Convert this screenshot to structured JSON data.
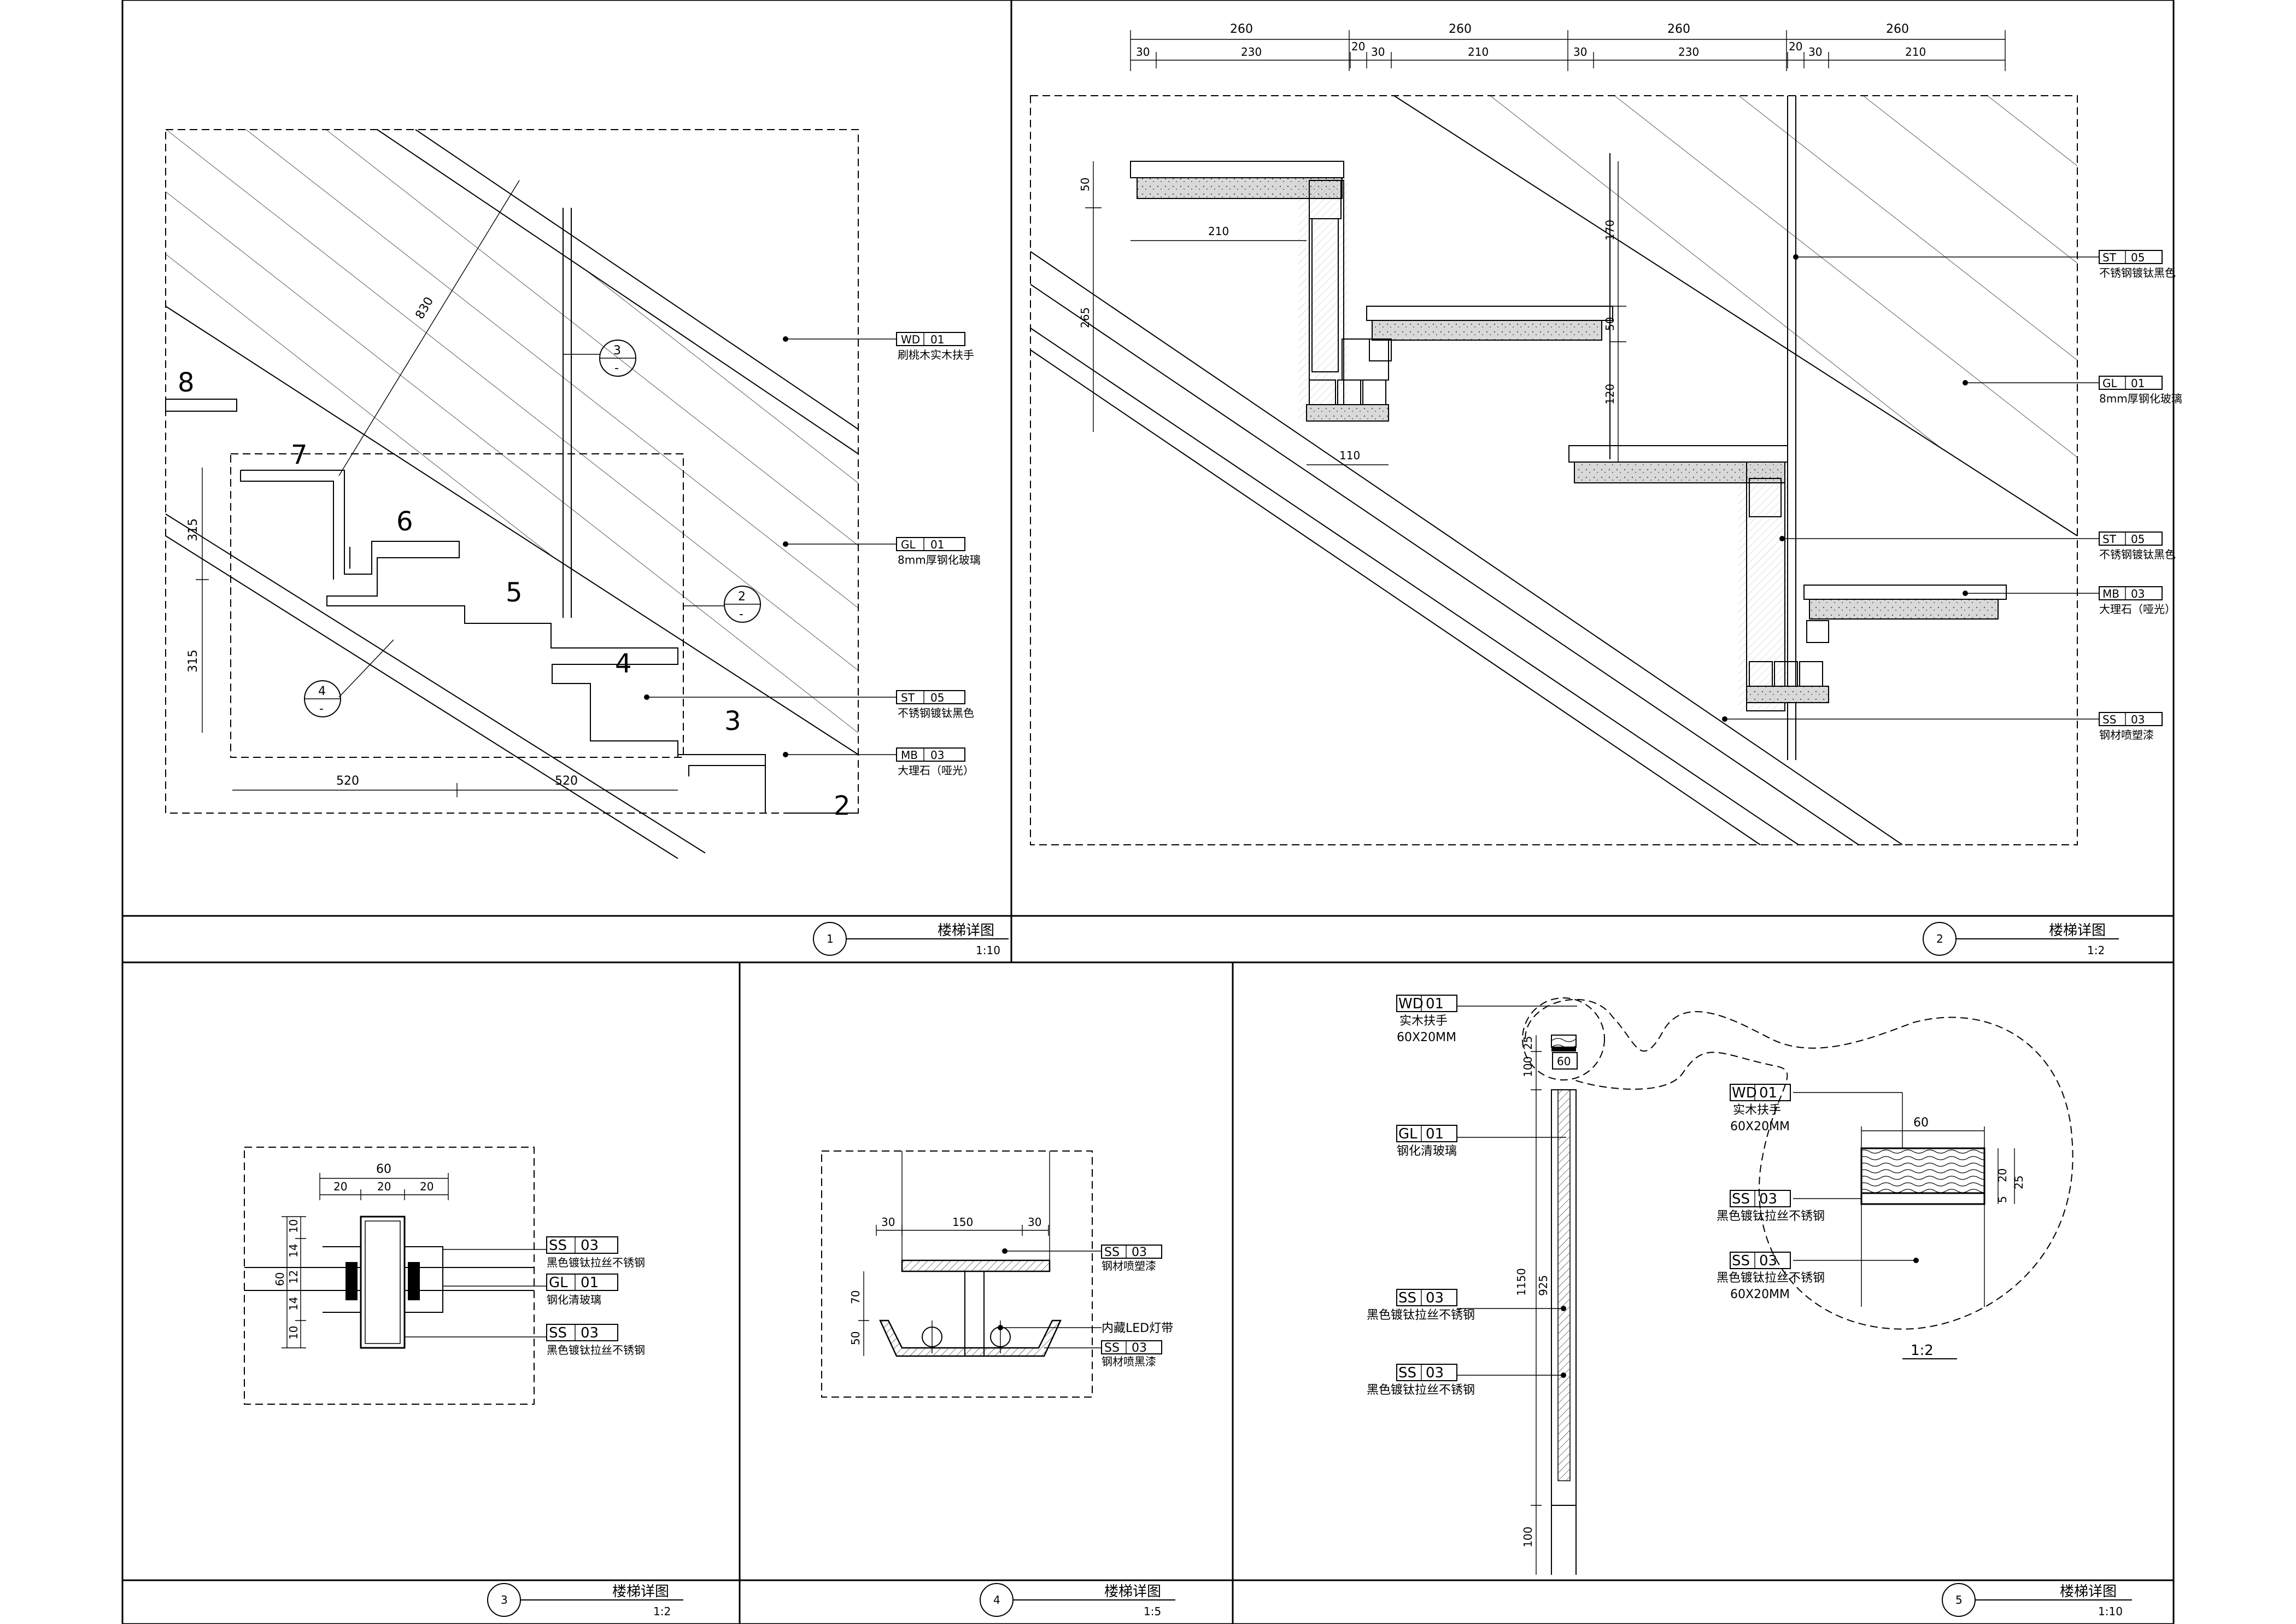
{
  "details": {
    "d1": {
      "number": "1",
      "title": "楼梯详图",
      "scale": "1:10"
    },
    "d2": {
      "number": "2",
      "title": "楼梯详图",
      "scale": "1:2"
    },
    "d3": {
      "number": "3",
      "title": "楼梯详图",
      "scale": "1:2"
    },
    "d4": {
      "number": "4",
      "title": "楼梯详图",
      "scale": "1:5"
    },
    "d5": {
      "number": "5",
      "title": "楼梯详图",
      "scale": "1:10"
    }
  },
  "d1": {
    "steps": [
      "8",
      "7",
      "6",
      "5",
      "4",
      "3",
      "2"
    ],
    "dims": {
      "h1": "315",
      "h2": "315",
      "w1": "520",
      "w2": "520",
      "diag": "830"
    },
    "callouts": [
      {
        "num": "3",
        "sub": "-"
      },
      {
        "num": "2",
        "sub": "-"
      },
      {
        "num": "4",
        "sub": "-"
      }
    ],
    "tags": [
      {
        "code": "WD",
        "num": "01",
        "desc": "刷桃木实木扶手"
      },
      {
        "code": "GL",
        "num": "01",
        "desc": "8mm厚钢化玻璃"
      },
      {
        "code": "ST",
        "num": "05",
        "desc": "不锈钢镀钛黑色"
      },
      {
        "code": "MB",
        "num": "03",
        "desc": "大理石（哑光）"
      }
    ]
  },
  "d2": {
    "top_dims": [
      "260",
      "260",
      "260",
      "260"
    ],
    "sub_dims": [
      "30",
      "230",
      "20",
      "30",
      "210",
      "30",
      "230",
      "20",
      "30",
      "210"
    ],
    "side_dims": {
      "a": "50",
      "b": "265",
      "c": "210",
      "d": "110",
      "e": "170",
      "f": "50",
      "g": "120"
    },
    "tags": [
      {
        "code": "ST",
        "num": "05",
        "desc": "不锈钢镀钛黑色"
      },
      {
        "code": "GL",
        "num": "01",
        "desc": "8mm厚钢化玻璃"
      },
      {
        "code": "ST",
        "num": "05",
        "desc": "不锈钢镀钛黑色"
      },
      {
        "code": "MB",
        "num": "03",
        "desc": "大理石（哑光）"
      },
      {
        "code": "SS",
        "num": "03",
        "desc": "钢材喷塑漆"
      }
    ]
  },
  "d3": {
    "top": "60",
    "sub": [
      "20",
      "20",
      "20"
    ],
    "left": [
      "10",
      "14",
      "12",
      "14",
      "10"
    ],
    "left_total": "60",
    "tags": [
      {
        "code": "SS",
        "num": "03",
        "desc": "黑色镀钛拉丝不锈钢"
      },
      {
        "code": "GL",
        "num": "01",
        "desc": "钢化清玻璃"
      },
      {
        "code": "SS",
        "num": "03",
        "desc": "黑色镀钛拉丝不锈钢"
      }
    ]
  },
  "d4": {
    "dims": {
      "a": "30",
      "b": "150",
      "c": "30",
      "h1": "70",
      "h2": "50"
    },
    "tags": [
      {
        "code": "SS",
        "num": "03",
        "desc": "钢材喷塑漆"
      },
      {
        "code": "",
        "num": "",
        "desc": "内藏LED灯带"
      },
      {
        "code": "SS",
        "num": "03",
        "desc": "钢材喷黑漆"
      }
    ]
  },
  "d5": {
    "dims": {
      "top": "60",
      "a": "25",
      "b": "100",
      "c": "1150",
      "d": "925",
      "e": "100"
    },
    "tags": [
      {
        "code": "WD",
        "num": "01",
        "desc": "实木扶手",
        "extra": "60X20MM"
      },
      {
        "code": "GL",
        "num": "01",
        "desc": "钢化清玻璃",
        "extra": ""
      },
      {
        "code": "SS",
        "num": "03",
        "desc": "黑色镀钛拉丝不锈钢",
        "extra": ""
      },
      {
        "code": "SS",
        "num": "03",
        "desc": "黑色镀钛拉丝不锈钢",
        "extra": ""
      }
    ],
    "enlarged": {
      "width": "60",
      "h1": "20",
      "h2": "25",
      "h3": "5",
      "scale": "1:2",
      "tags": [
        {
          "code": "WD",
          "num": "01",
          "desc": "实木扶手",
          "extra": "60X20MM"
        },
        {
          "code": "SS",
          "num": "03",
          "desc": "黑色镀钛拉丝不锈钢",
          "extra": ""
        },
        {
          "code": "SS",
          "num": "03",
          "desc": "黑色镀钛拉丝不锈钢",
          "extra": "60X20MM"
        }
      ]
    }
  }
}
